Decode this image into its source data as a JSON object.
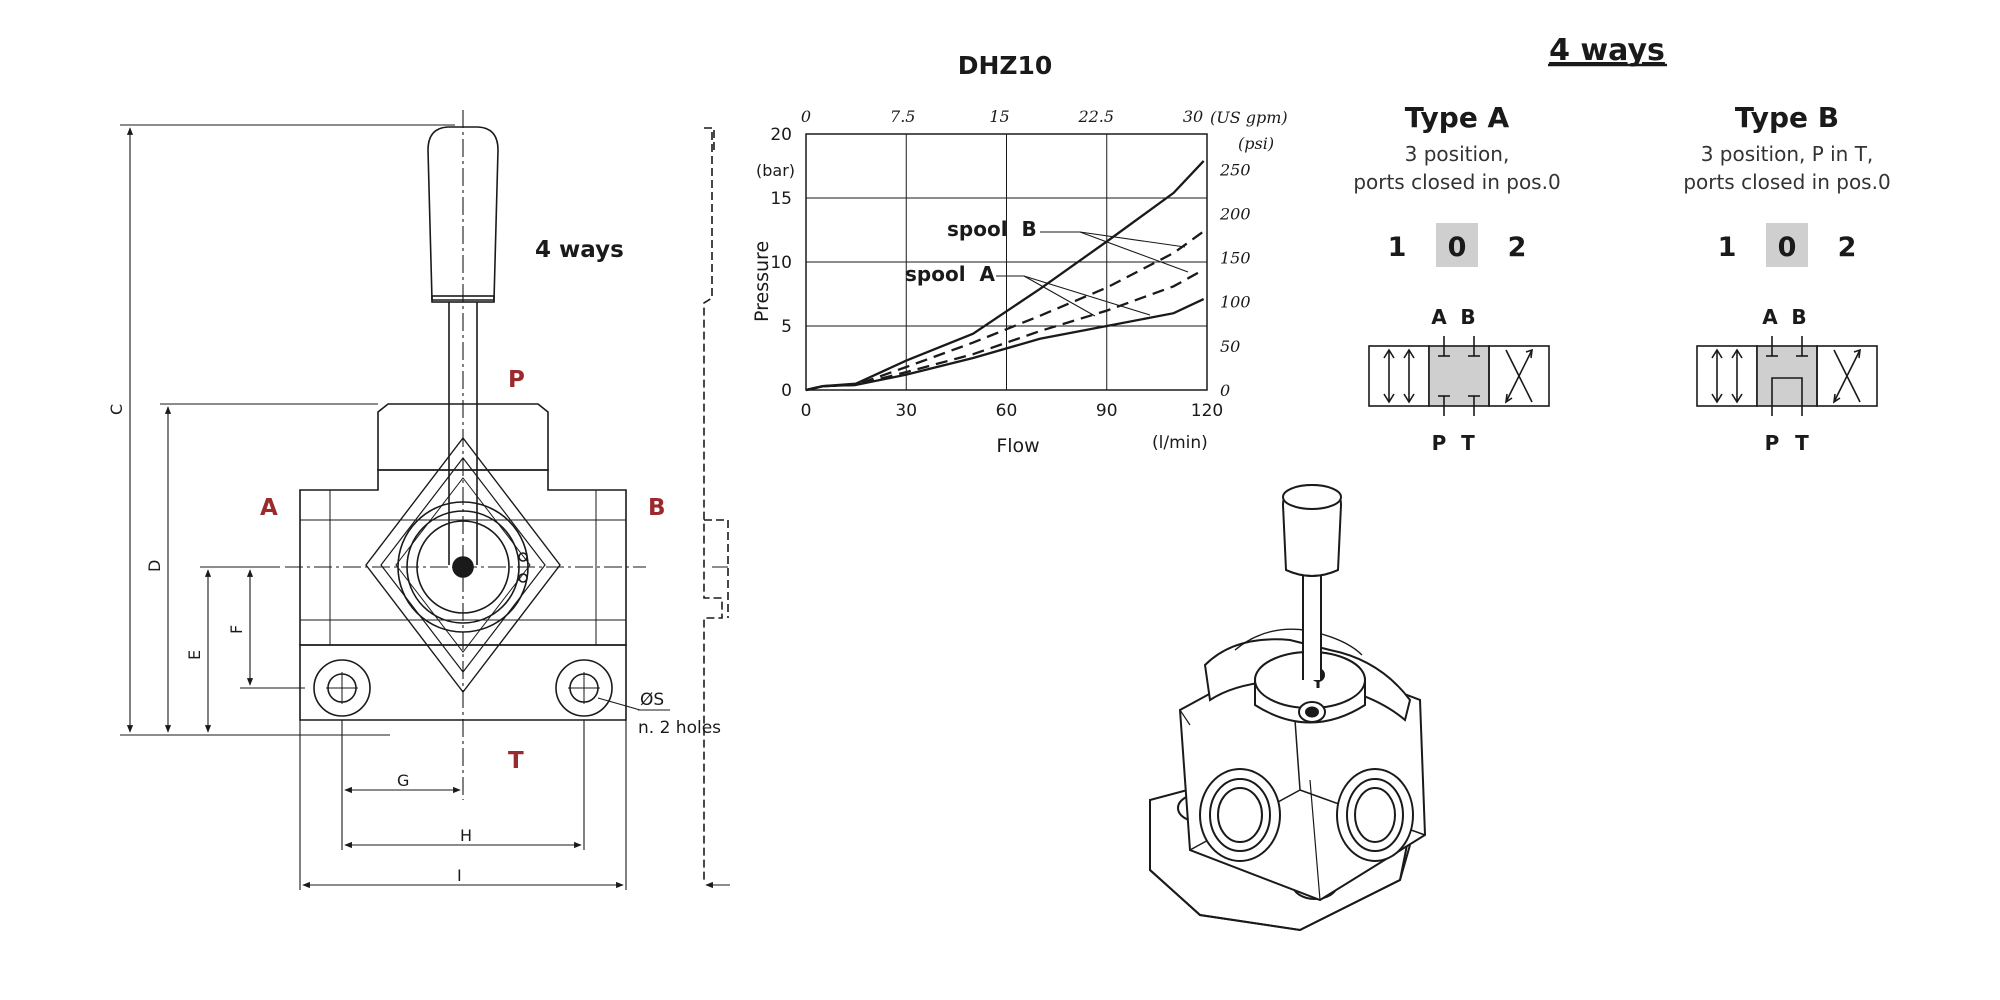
{
  "colors": {
    "port_label": "#9b2a2f",
    "line": "#1a1a1a",
    "shade": "#cfcfcf"
  },
  "drawing": {
    "ways_label": "4 ways",
    "ports": {
      "p": "P",
      "a": "A",
      "b": "B",
      "t": "T"
    },
    "dims": {
      "c": "C",
      "d": "D",
      "e": "E",
      "f": "F",
      "g": "G",
      "h": "H",
      "i": "I",
      "s": "ØS",
      "holes": "n. 2 holes"
    }
  },
  "chart_data": {
    "type": "line",
    "title": "DHZ10",
    "xlabel": "Flow",
    "x_unit": "(l/min)",
    "ylabel": "Pressure",
    "y_unit": "(bar)",
    "xlim": [
      0,
      120
    ],
    "ylim": [
      0,
      20
    ],
    "x_ticks": [
      0,
      30,
      60,
      90,
      120
    ],
    "y_ticks": [
      0,
      5,
      10,
      15,
      20
    ],
    "secondary_x": {
      "unit": "(US gpm)",
      "ticks": [
        0,
        7.5,
        15,
        22.5,
        30
      ]
    },
    "secondary_y": {
      "unit": "(psi)",
      "ticks": [
        0,
        50,
        100,
        150,
        200,
        250
      ]
    },
    "grid": true,
    "annotations": [
      {
        "text": "spool  B"
      },
      {
        "text": "spool  A"
      }
    ],
    "series": [
      {
        "style": "solid",
        "x": [
          0,
          5,
          15,
          30,
          50,
          70,
          90,
          110,
          119
        ],
        "y": [
          0,
          0.3,
          0.4,
          1.2,
          2.5,
          4.0,
          5.0,
          6.0,
          7.1
        ]
      },
      {
        "style": "dashed",
        "x": [
          0,
          5,
          15,
          30,
          50,
          70,
          90,
          110,
          119
        ],
        "y": [
          0,
          0.3,
          0.4,
          1.4,
          2.8,
          4.6,
          6.2,
          8.1,
          9.4
        ]
      },
      {
        "style": "dashed",
        "x": [
          0,
          5,
          15,
          30,
          50,
          70,
          90,
          110,
          119
        ],
        "y": [
          0,
          0.3,
          0.4,
          1.8,
          3.7,
          5.8,
          8.0,
          10.7,
          12.4
        ]
      },
      {
        "style": "solid",
        "x": [
          0,
          5,
          15,
          30,
          50,
          70,
          90,
          110,
          119
        ],
        "y": [
          0,
          0.3,
          0.5,
          2.3,
          4.4,
          7.9,
          11.6,
          15.4,
          17.9
        ]
      }
    ]
  },
  "legend_panel": {
    "title": "4 ways",
    "type_a": {
      "title": "Type A",
      "desc1": "3 position,",
      "desc2": "ports closed in pos.0",
      "pos1": "1",
      "pos0": "0",
      "pos2": "2",
      "a": "A",
      "b": "B",
      "p": "P",
      "t": "T"
    },
    "type_b": {
      "title": "Type B",
      "desc1": "3 position, P in T,",
      "desc2": "ports closed in pos.0",
      "pos1": "1",
      "pos0": "0",
      "pos2": "2",
      "a": "A",
      "b": "B",
      "p": "P",
      "t": "T"
    }
  }
}
